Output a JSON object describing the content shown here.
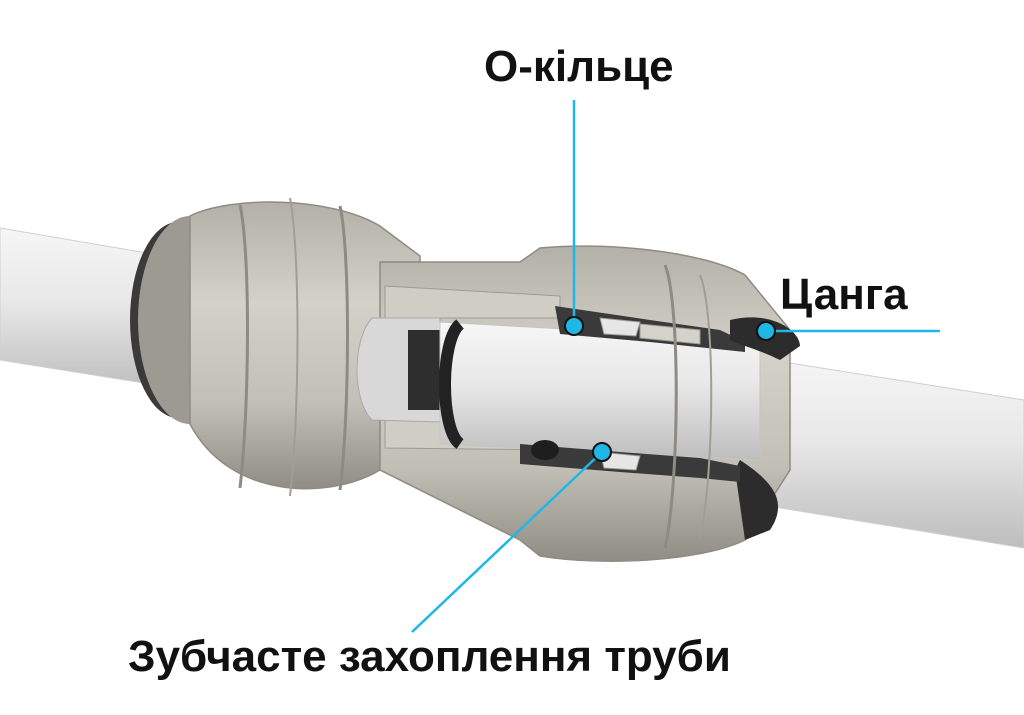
{
  "labels": {
    "o_ring": "О-кільце",
    "collet": "Цанга",
    "tube_grip": "Зубчасте захоплення труби"
  },
  "colors": {
    "accent": "#1eb7e6",
    "body": "#c9c7bd",
    "body_dark": "#8e8c83",
    "tube": "#e9e9e9",
    "rubber": "#2a2a2a"
  }
}
